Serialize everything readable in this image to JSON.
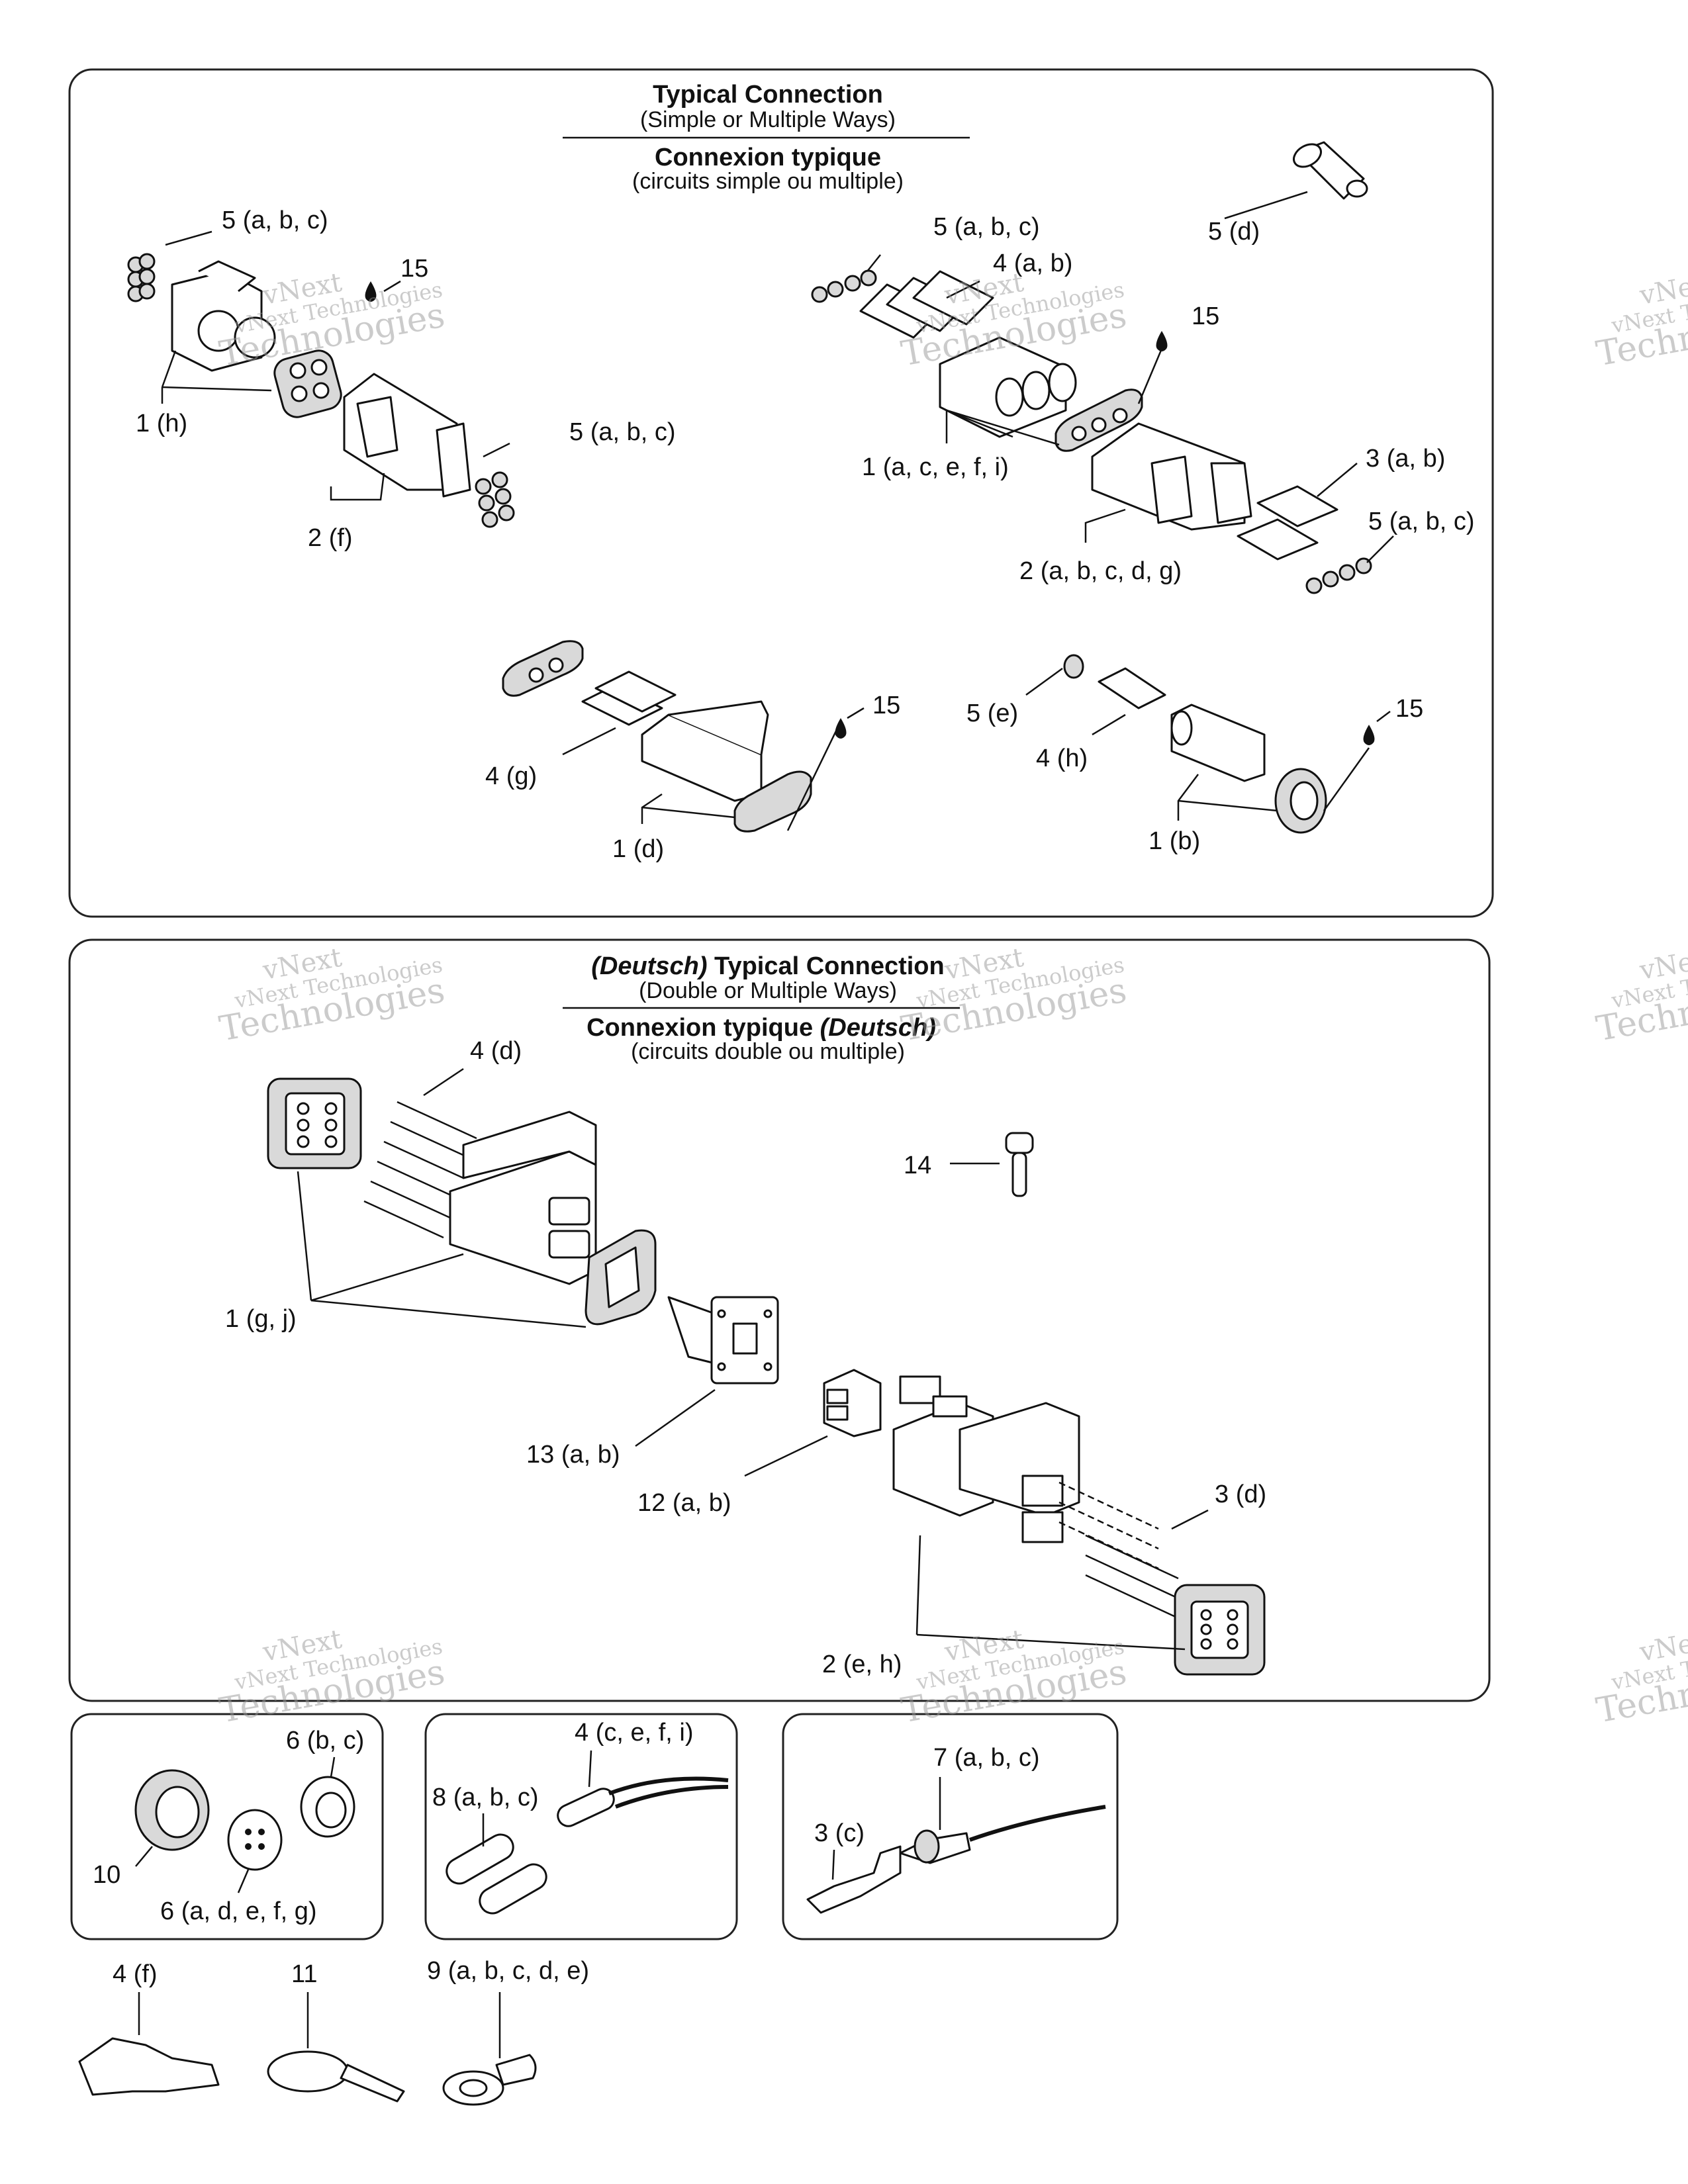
{
  "panels": {
    "typical": {
      "title": "Typical Connection",
      "subtitle": "(Simple or Multiple Ways)",
      "title_fr": "Connexion typique",
      "subtitle_fr": "(circuits simple ou multiple)"
    },
    "deutsch": {
      "title_italic": "(Deutsch)",
      "title": " Typical Connection",
      "subtitle": "(Double or Multiple Ways)",
      "title_fr": "Connexion typique ",
      "title_fr_italic": "(Deutsch)",
      "subtitle_fr": "(circuits double ou multiple)"
    }
  },
  "labels": {
    "l_5abc_1": "5 (a, b, c)",
    "l_15_1": "15",
    "l_1h": "1 (h)",
    "l_5abc_2": "5 (a, b, c)",
    "l_2f": "2 (f)",
    "l_5abc_3": "5 (a, b, c)",
    "l_4ab": "4 (a, b)",
    "l_15_2": "15",
    "l_5d": "5 (d)",
    "l_1acefi": "1 (a, c, e, f, i)",
    "l_3ab": "3 (a, b)",
    "l_5abc_4": "5 (a, b, c)",
    "l_2abcdg": "2 (a, b, c, d, g)",
    "l_15_3": "15",
    "l_4g": "4 (g)",
    "l_1d": "1 (d)",
    "l_5e": "5 (e)",
    "l_15_4": "15",
    "l_4h": "4 (h)",
    "l_1b": "1 (b)",
    "l_4d": "4 (d)",
    "l_14": "14",
    "l_1gj": "1 (g, j)",
    "l_13ab": "13 (a, b)",
    "l_12ab": "12 (a, b)",
    "l_3d": "3 (d)",
    "l_2eh": "2 (e, h)",
    "l_6bc": "6 (b, c)",
    "l_10": "10",
    "l_6adefg": "6 (a, d, e, f, g)",
    "l_4cefi": "4 (c, e, f, i)",
    "l_8abc": "8 (a, b, c)",
    "l_7abc": "7 (a, b, c)",
    "l_3c": "3 (c)",
    "l_4f": "4 (f)",
    "l_11": "11",
    "l_9abcde": "9 (a, b, c, d, e)"
  },
  "watermark": {
    "line1": "vNext",
    "line2": "vNext Technologies",
    "line3": "Technologies"
  }
}
